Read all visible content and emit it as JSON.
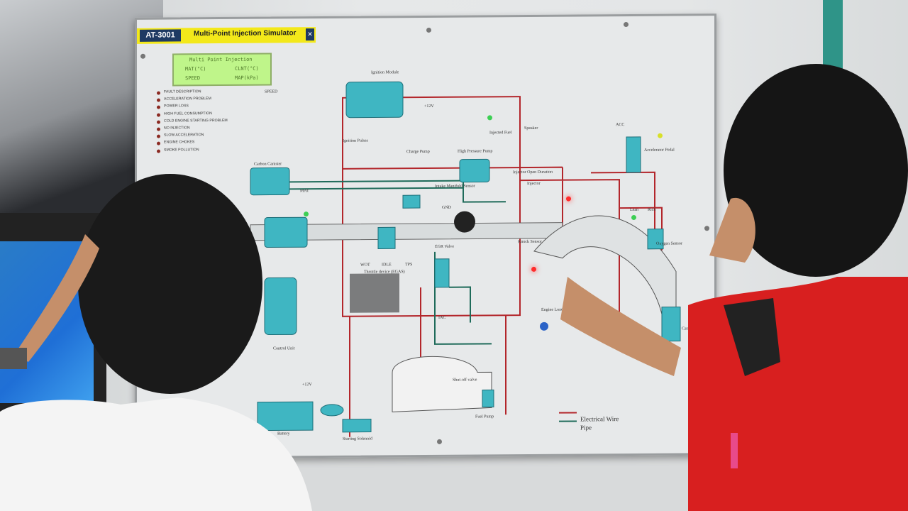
{
  "board": {
    "model": "AT-3001",
    "title": "Multi-Point Injection Simulator",
    "lcd": {
      "line1": "Multi Point Injection",
      "line2_left": "MAT(°C)",
      "line2_right": "CLNT(°C)",
      "line3_left": "SPEED",
      "line3_right": "MAP(kPa)"
    },
    "speed_label": "SPEED",
    "faults": [
      "FAULT DESCRIPTION",
      "ACCELERATION PROBLEM",
      "POWER LOSS",
      "HIGH FUEL CONSUMPTION",
      "COLD ENGINE STARTING PROBLEM",
      "NO INJECTION",
      "SLOW ACCELERATION",
      "ENGINE CHOKES",
      "SMOKE POLLUTION"
    ],
    "components": {
      "ignition_module": "Ignition Module",
      "ignition_pulses": "Ignition Pulses",
      "charge_pump": "Charge Pump",
      "injected_fuel": "Injected Fuel",
      "high_pressure_pump": "High Pressure Pump",
      "carbon_canister": "Carbon Canister",
      "mat": "MAT",
      "intake_manifold_sensor": "Intake Manifold Sensor",
      "throttle_device": "Throttle device (EGAS)",
      "wot": "WOT",
      "idle": "IDLE",
      "tps": "TPS",
      "egr_valve": "EGR Valve",
      "iac": "IAC",
      "knock_sensor": "Knock Sensor",
      "engine_load": "Engine Load",
      "oxygen_sensor": "Oxygen Sensor",
      "accelerator_pedal": "Accelerator Pedal",
      "catalyst": "Catalyst",
      "control_unit": "Control Unit",
      "battery": "Battery",
      "starting_solenoid": "Starting Solenoid",
      "shut_off_valve": "Shut-off valve",
      "fuel_pump": "Fuel Pump",
      "injector": "Injector",
      "injector_open_duration": "Injector Open Duration",
      "speaker": "Speaker",
      "acc": "ACC",
      "lean": "Lean",
      "rich": "Rich",
      "gnd": "GND",
      "v12_top": "+12V",
      "v12_bottom": "+12V"
    },
    "legend": {
      "electrical": "Electrical Wire",
      "pipe": "Pipe"
    },
    "colors": {
      "wire": "#b3262b",
      "pipe": "#1f6b5a",
      "component": "#3fb6c2",
      "header": "#f3e81a"
    }
  },
  "people": {
    "left": {
      "shirt": "#f4f4f4",
      "hair": "#1a1a1a"
    },
    "right": {
      "shirt": "#d81f1f",
      "hair": "#151515"
    }
  }
}
